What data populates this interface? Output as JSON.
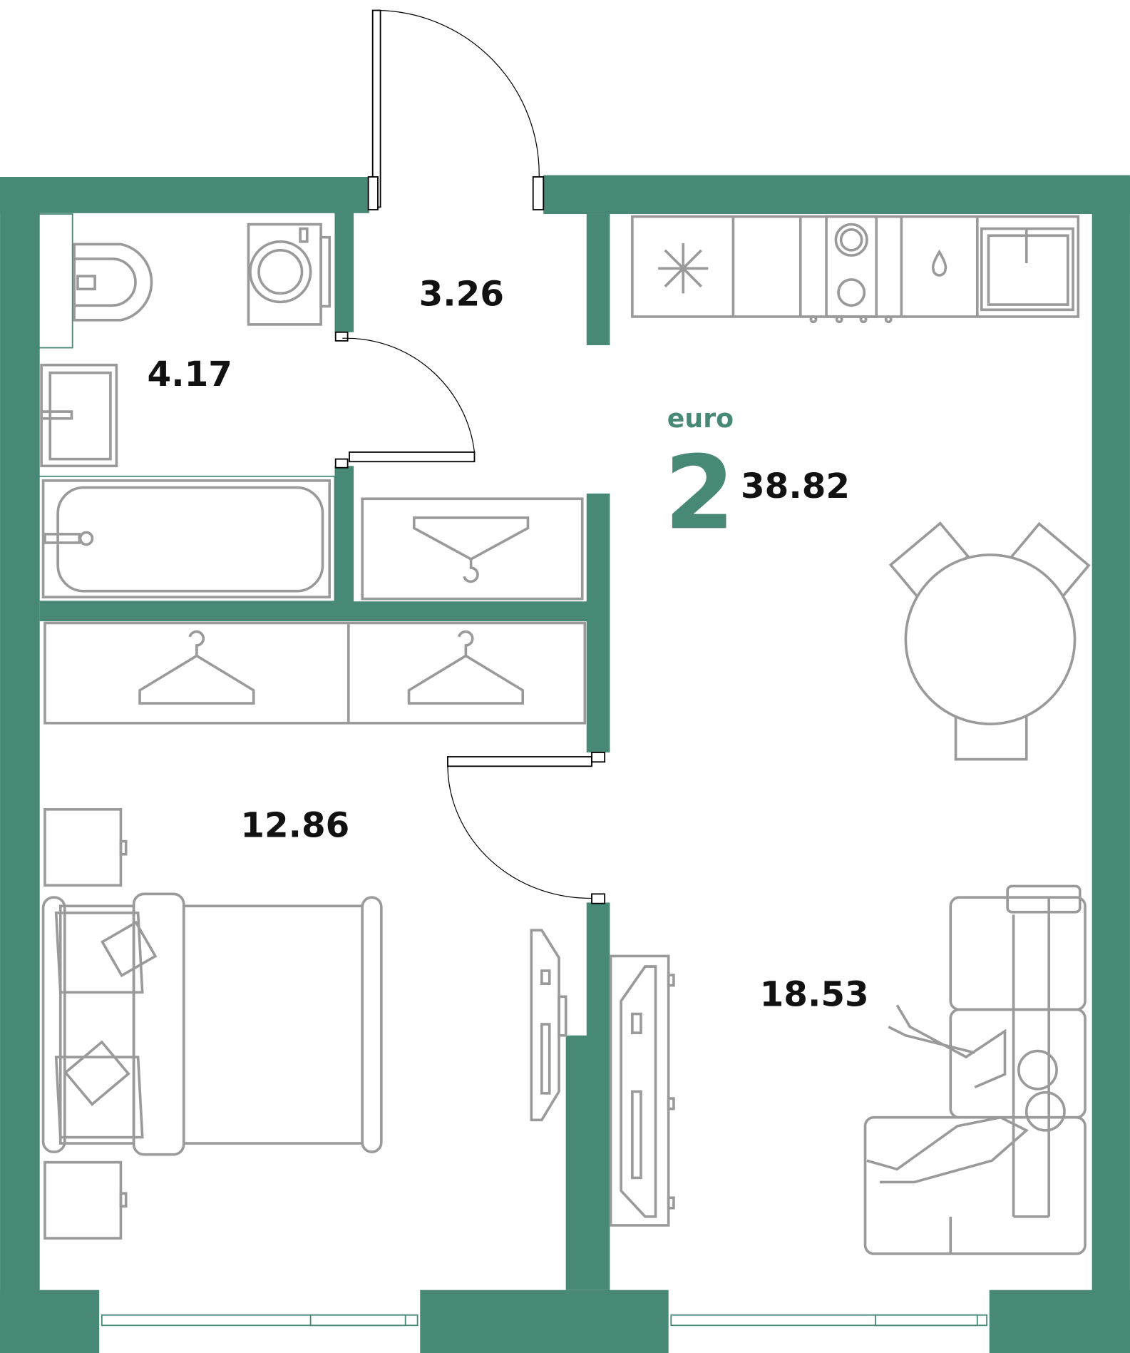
{
  "plan": {
    "type_label": "euro",
    "rooms_count": "2",
    "total_area": "38.82",
    "rooms": [
      {
        "name": "hall",
        "area": "3.26"
      },
      {
        "name": "bathroom",
        "area": "4.17"
      },
      {
        "name": "bedroom",
        "area": "12.86"
      },
      {
        "name": "living-kitchen",
        "area": "18.53"
      }
    ],
    "colors": {
      "wall": "#478877",
      "furniture": "#9a9a9a"
    }
  }
}
